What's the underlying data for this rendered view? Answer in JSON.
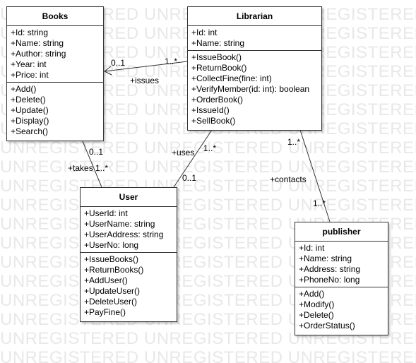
{
  "watermark": "UNREGISTERED UNREGISTERED UNREGISTERED UNREGISTERED",
  "classes": {
    "books": {
      "name": "Books",
      "attributes": [
        "+Id: string",
        "+Name: string",
        "+Author: string",
        "+Year: int",
        "+Price: int"
      ],
      "operations": [
        "+Add()",
        "+Delete()",
        "+Update()",
        "+Display()",
        "+Search()"
      ]
    },
    "librarian": {
      "name": "Librarian",
      "attributes": [
        "+Id: int",
        "+Name: string"
      ],
      "operations": [
        "+IssueBook()",
        "+ReturnBook()",
        "+CollectFine(fine: int)",
        "+VerifyMember(id: int): boolean",
        "+OrderBook()",
        "+IssueId()",
        "+SellBook()"
      ]
    },
    "user": {
      "name": "User",
      "attributes": [
        "+UserId: int",
        "+UserName: string",
        "+UserAddress: string",
        "+UserNo: long"
      ],
      "operations": [
        "+IssueBooks()",
        "+ReturnBooks()",
        "+AddUser()",
        "+UpdateUser()",
        "+DeleteUser()",
        "+PayFine()"
      ]
    },
    "publisher": {
      "name": "publisher",
      "attributes": [
        "+Id: int",
        "+Name: string",
        "+Address: string",
        "+PhoneNo: long"
      ],
      "operations": [
        "+Add()",
        "+Modify()",
        "+Delete()",
        "+OrderStatus()"
      ]
    }
  },
  "associations": {
    "issues": {
      "name": "+issues",
      "librarian_end": "1..*",
      "books_end": "0..1"
    },
    "takes": {
      "name": "+takes",
      "books_end": "0..1",
      "user_end": "1..*"
    },
    "uses": {
      "name": "+uses",
      "librarian_end": "1..*",
      "user_end": "0..1"
    },
    "contacts": {
      "name": "+contacts",
      "librarian_end": "1..*",
      "publisher_end": "1..*"
    }
  }
}
